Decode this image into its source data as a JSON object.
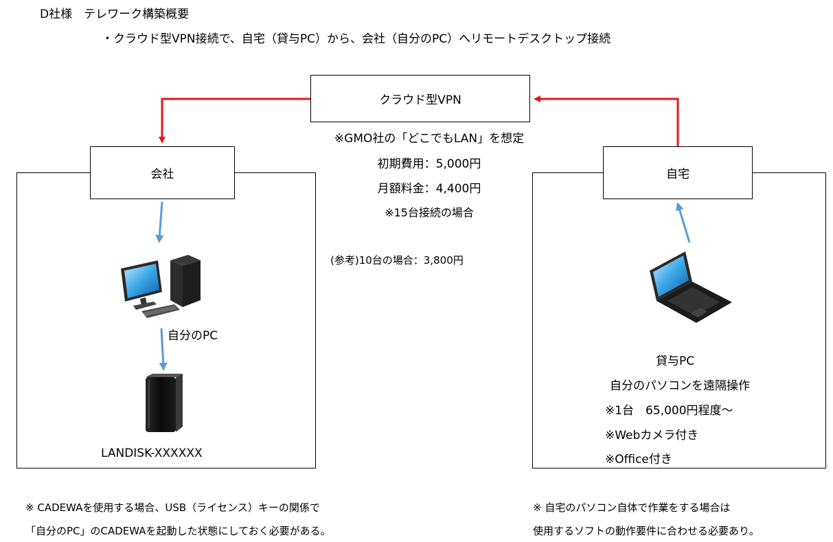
{
  "header": {
    "title": "D社様　テレワーク構築概要",
    "subtitle": "・クラウド型VPN接続で、自宅（貸与PC）から、会社（自分のPC）へリモートデスクトップ接続"
  },
  "cloud_vpn": {
    "label": "クラウド型VPN",
    "notes": [
      "※GMO社の「どこでもLAN」を想定",
      "初期費用：5,000円",
      "月額料金：4,400円",
      "※15台接続の場合"
    ],
    "reference": "(参考)10台の場合：3,800円"
  },
  "office": {
    "label": "会社",
    "pc_label": "自分のPC",
    "nas_label": "LANDISK-XXXXXX"
  },
  "home": {
    "label": "自宅",
    "laptop_label": "貸与PC",
    "details": [
      "自分のパソコンを遠隔操作",
      "※1台　65,000円程度～",
      "※Webカメラ付き",
      "※Office付き"
    ]
  },
  "footnotes": {
    "left": [
      "※ CADEWAを使用する場合、USB（ライセンス）キーの関係で",
      "「自分のPC」のCADEWAを起動した状態にしておく必要がある。"
    ],
    "right": [
      "※ 自宅のパソコン自体で作業をする場合は",
      "使用するソフトの動作要件に合わせる必要あり。"
    ]
  },
  "colors": {
    "red_arrow": "#e8141b",
    "blue_arrow": "#5b9bd5"
  },
  "icons": [
    "desktop-pc-icon",
    "nas-drive-icon",
    "laptop-icon"
  ]
}
